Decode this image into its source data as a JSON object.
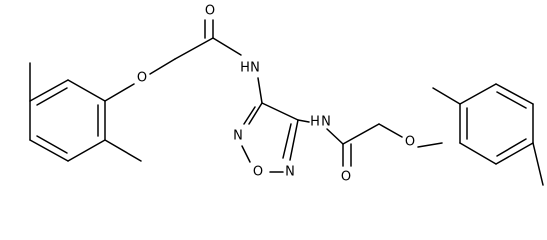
{
  "molecule": {
    "atoms": {
      "o_ether_left": "O",
      "o_carbonyl_left": "O",
      "n_amide_left": "N",
      "h_amide_left": "H",
      "n_amide_right": "N",
      "h_amide_right": "H",
      "n_ring_top": "N",
      "o_ring": "O",
      "n_ring_bottom": "N",
      "o_carbonyl_right": "O",
      "o_ether_right": "O"
    }
  }
}
